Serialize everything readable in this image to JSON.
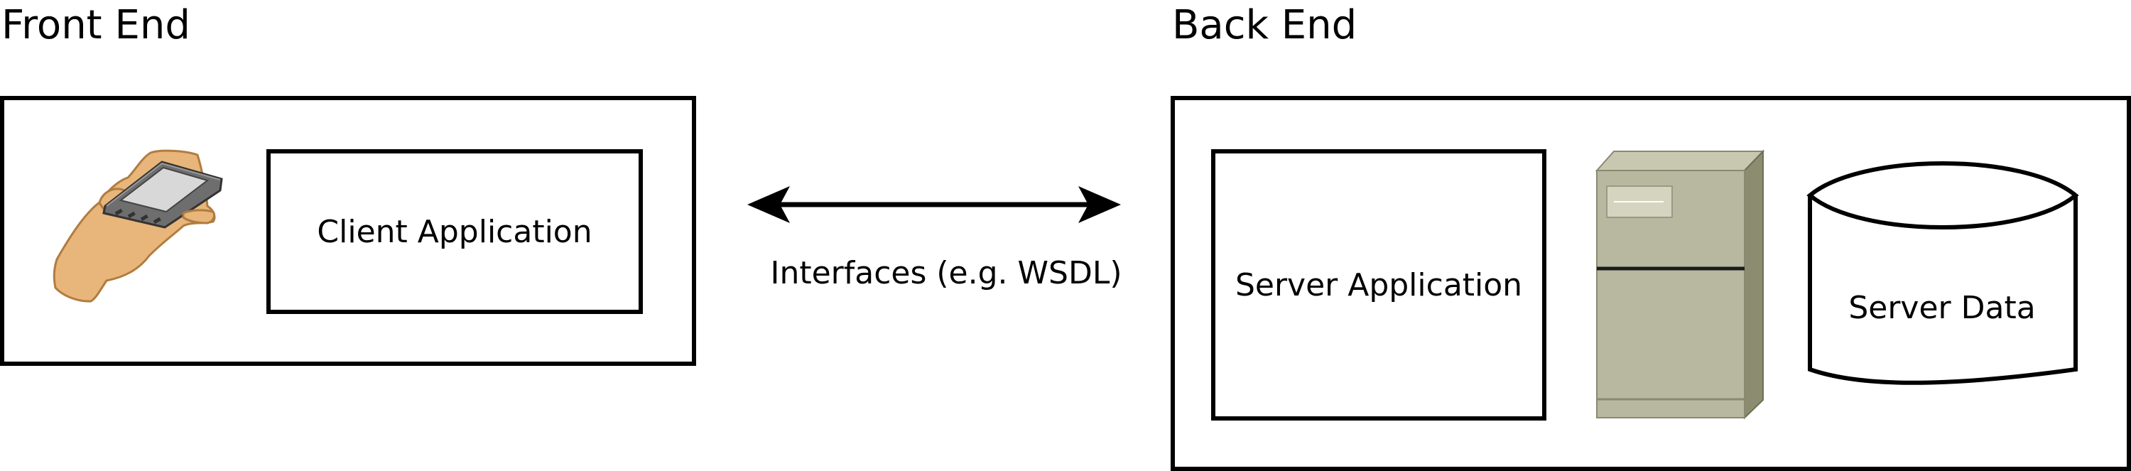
{
  "front_end": {
    "title": "Front End",
    "client_label": "Client Application"
  },
  "connector": {
    "label": "Interfaces (e.g. WSDL)"
  },
  "back_end": {
    "title": "Back End",
    "server_app_label": "Server Application",
    "server_data_label": "Server Data"
  },
  "icons": {
    "device": "hand-holding-pda-icon",
    "server": "server-tower-icon",
    "database": "database-cylinder-icon"
  },
  "colors": {
    "stroke": "#000000",
    "hand": "#E8B57A",
    "hand_outline": "#B07C40",
    "device_body": "#6E6E6E",
    "device_screen": "#D8D8D8",
    "server_front": "#B8B8A0",
    "server_side": "#8C8C70",
    "server_top": "#C8C8B0"
  }
}
